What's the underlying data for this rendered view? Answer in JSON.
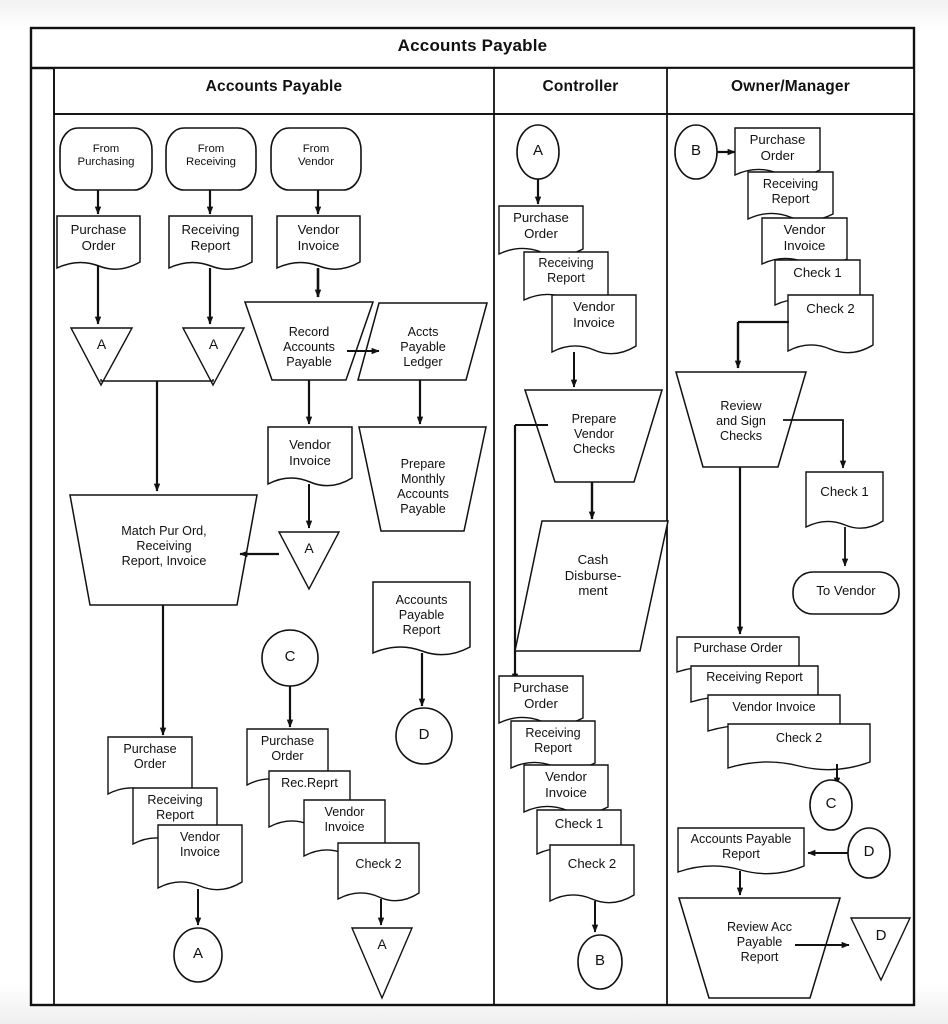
{
  "document": {
    "title": "Accounts Payable",
    "type": "cross-functional flowchart"
  },
  "lanes": [
    {
      "id": "lane-accounts-payable",
      "label": "Accounts Payable"
    },
    {
      "id": "lane-controller",
      "label": "Controller"
    },
    {
      "id": "lane-owner-manager",
      "label": "Owner/Manager"
    }
  ],
  "colors": {
    "stroke": "#111111",
    "fill": "#ffffff",
    "background": "#ffffff"
  },
  "nodes": {
    "ap": {
      "from_purchasing": "From\nPurchasing",
      "from_receiving": "From\nReceiving",
      "from_vendor": "From\nVendor",
      "purchase_order_1": "Purchase\nOrder",
      "receiving_report_1": "Receiving\nReport",
      "vendor_invoice_1": "Vendor\nInvoice",
      "conn_a_1": "A",
      "conn_a_2": "A",
      "record_accounts_payable": "Record\nAccounts\nPayable",
      "accts_payable_ledger": "Accts\nPayable\nLedger",
      "vendor_invoice_2": "Vendor\nInvoice",
      "prepare_monthly": "Prepare\nMonthly\nAccounts\nPayable",
      "match_pur_ord": "Match Pur Ord,\nReceiving\nReport, Invoice",
      "conn_a_3": "A",
      "accounts_payable_report": "Accounts\nPayable\nReport",
      "conn_d_1": "D",
      "conn_c_1": "C",
      "stack_left": [
        "Purchase\nOrder",
        "Receiving\nReport",
        "Vendor\nInvoice"
      ],
      "conn_a_4": "A",
      "stack_right": [
        "Purchase\nOrder",
        "Rec.Reprt",
        "Vendor\nInvoice",
        "Check 2"
      ],
      "conn_a_5": "A"
    },
    "controller": {
      "conn_a_in": "A",
      "stack_top": [
        "Purchase\nOrder",
        "Receiving\nReport",
        "Vendor\nInvoice"
      ],
      "prepare_vendor_checks": "Prepare\nVendor\nChecks",
      "cash_disbursement": "Cash\nDisburse-\nment",
      "stack_bottom": [
        "Purchase\nOrder",
        "Receiving\nReport",
        "Vendor\nInvoice",
        "Check 1",
        "Check 2"
      ],
      "conn_b_out": "B"
    },
    "owner": {
      "conn_b_in": "B",
      "stack_top": [
        "Purchase\nOrder",
        "Receiving\nReport",
        "Vendor\nInvoice",
        "Check 1",
        "Check 2"
      ],
      "review_and_sign_checks": "Review\nand Sign\nChecks",
      "check_1": "Check 1",
      "to_vendor": "To Vendor",
      "stack_bottom": [
        "Purchase Order",
        "Receiving Report",
        "Vendor Invoice",
        "Check 2"
      ],
      "conn_c_out": "C",
      "accounts_payable_report": "Accounts Payable\nReport",
      "conn_d_in": "D",
      "review_acc_payable_report": "Review Acc\nPayable\nReport",
      "conn_d_out": "D"
    }
  }
}
